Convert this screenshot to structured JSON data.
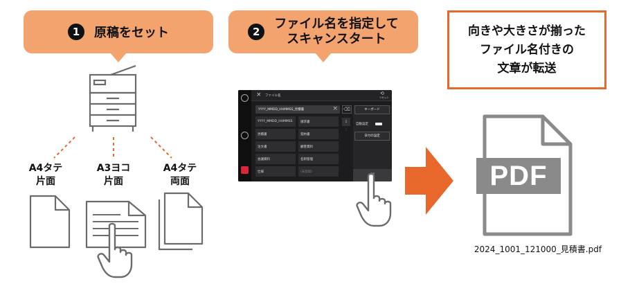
{
  "steps": [
    {
      "number": "1",
      "title": "原稿をセット"
    },
    {
      "number": "2",
      "title_line1": "ファイル名を指定して",
      "title_line2": "スキャンスタート"
    }
  ],
  "result": {
    "line1": "向きや大きさが揃った",
    "line2": "ファイル名付きの",
    "line3": "文章が転送"
  },
  "documents": [
    {
      "line1": "A4タテ",
      "line2": "片面"
    },
    {
      "line1": "A3ヨコ",
      "line2": "片面"
    },
    {
      "line1": "A4タテ",
      "line2": "両面"
    }
  ],
  "pdf": {
    "label": "PDF",
    "filename": "2024_1001_121000_見積書.pdf"
  },
  "screen": {
    "title": "ファイル名",
    "reset_label": "リセット",
    "input_value": "YYYY_MMDD_HHMMSS_見積書",
    "grid": [
      [
        "YYYY_MMDD_HHMMSS",
        "請求書"
      ],
      [
        "見積書",
        "契約書"
      ],
      [
        "注文書",
        "顧客資料"
      ],
      [
        "会議資料",
        "名刺管理"
      ],
      [
        "仕様",
        "(未登録)"
      ]
    ],
    "pager": "1",
    "keyboard_label": "キーボード",
    "auto_setting_label": "自動設定",
    "date_setting_label": "日付の設定",
    "ok_label": "OK"
  },
  "colors": {
    "callout": "#f3a36e",
    "arrow": "#e8672a",
    "box_border": "#e8672a",
    "pdf_gray": "#8a8a8a",
    "icon_gray": "#6b6b6b"
  }
}
